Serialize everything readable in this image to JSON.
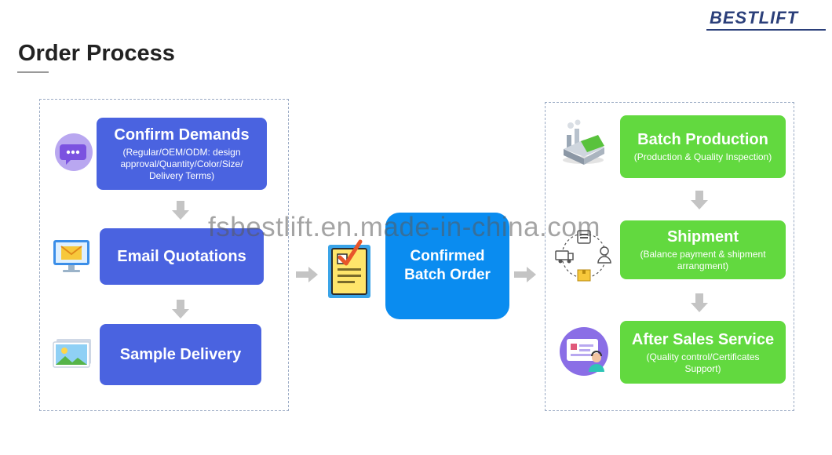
{
  "page": {
    "title": "Order Process",
    "logo_text": "BESTLIFT",
    "watermark": "fsbestlift.en.made-in-china.com"
  },
  "left_steps": [
    {
      "title": "Confirm Demands",
      "subtitle": "(Regular/OEM/ODM: design approval/Quantity/Color/Size/ Delivery Terms)",
      "icon": "chat-bubble-icon"
    },
    {
      "title": "Email Quotations",
      "subtitle": "",
      "icon": "email-monitor-icon"
    },
    {
      "title": "Sample Delivery",
      "subtitle": "",
      "icon": "picture-icon"
    }
  ],
  "center": {
    "title": "Confirmed Batch Order",
    "icon": "checklist-icon"
  },
  "right_steps": [
    {
      "title": "Batch Production",
      "subtitle": "(Production & Quality Inspection)",
      "icon": "factory-icon"
    },
    {
      "title": "Shipment",
      "subtitle": "(Balance payment & shipment arrangment)",
      "icon": "logistics-cycle-icon"
    },
    {
      "title": "After Sales Service",
      "subtitle": "(Quality control/Certificates Support)",
      "icon": "support-card-icon"
    }
  ],
  "colors": {
    "blue_box": "#4a63e0",
    "green_box": "#62d93f",
    "center_box": "#0a8cf0",
    "arrow": "#c4c4c4"
  }
}
